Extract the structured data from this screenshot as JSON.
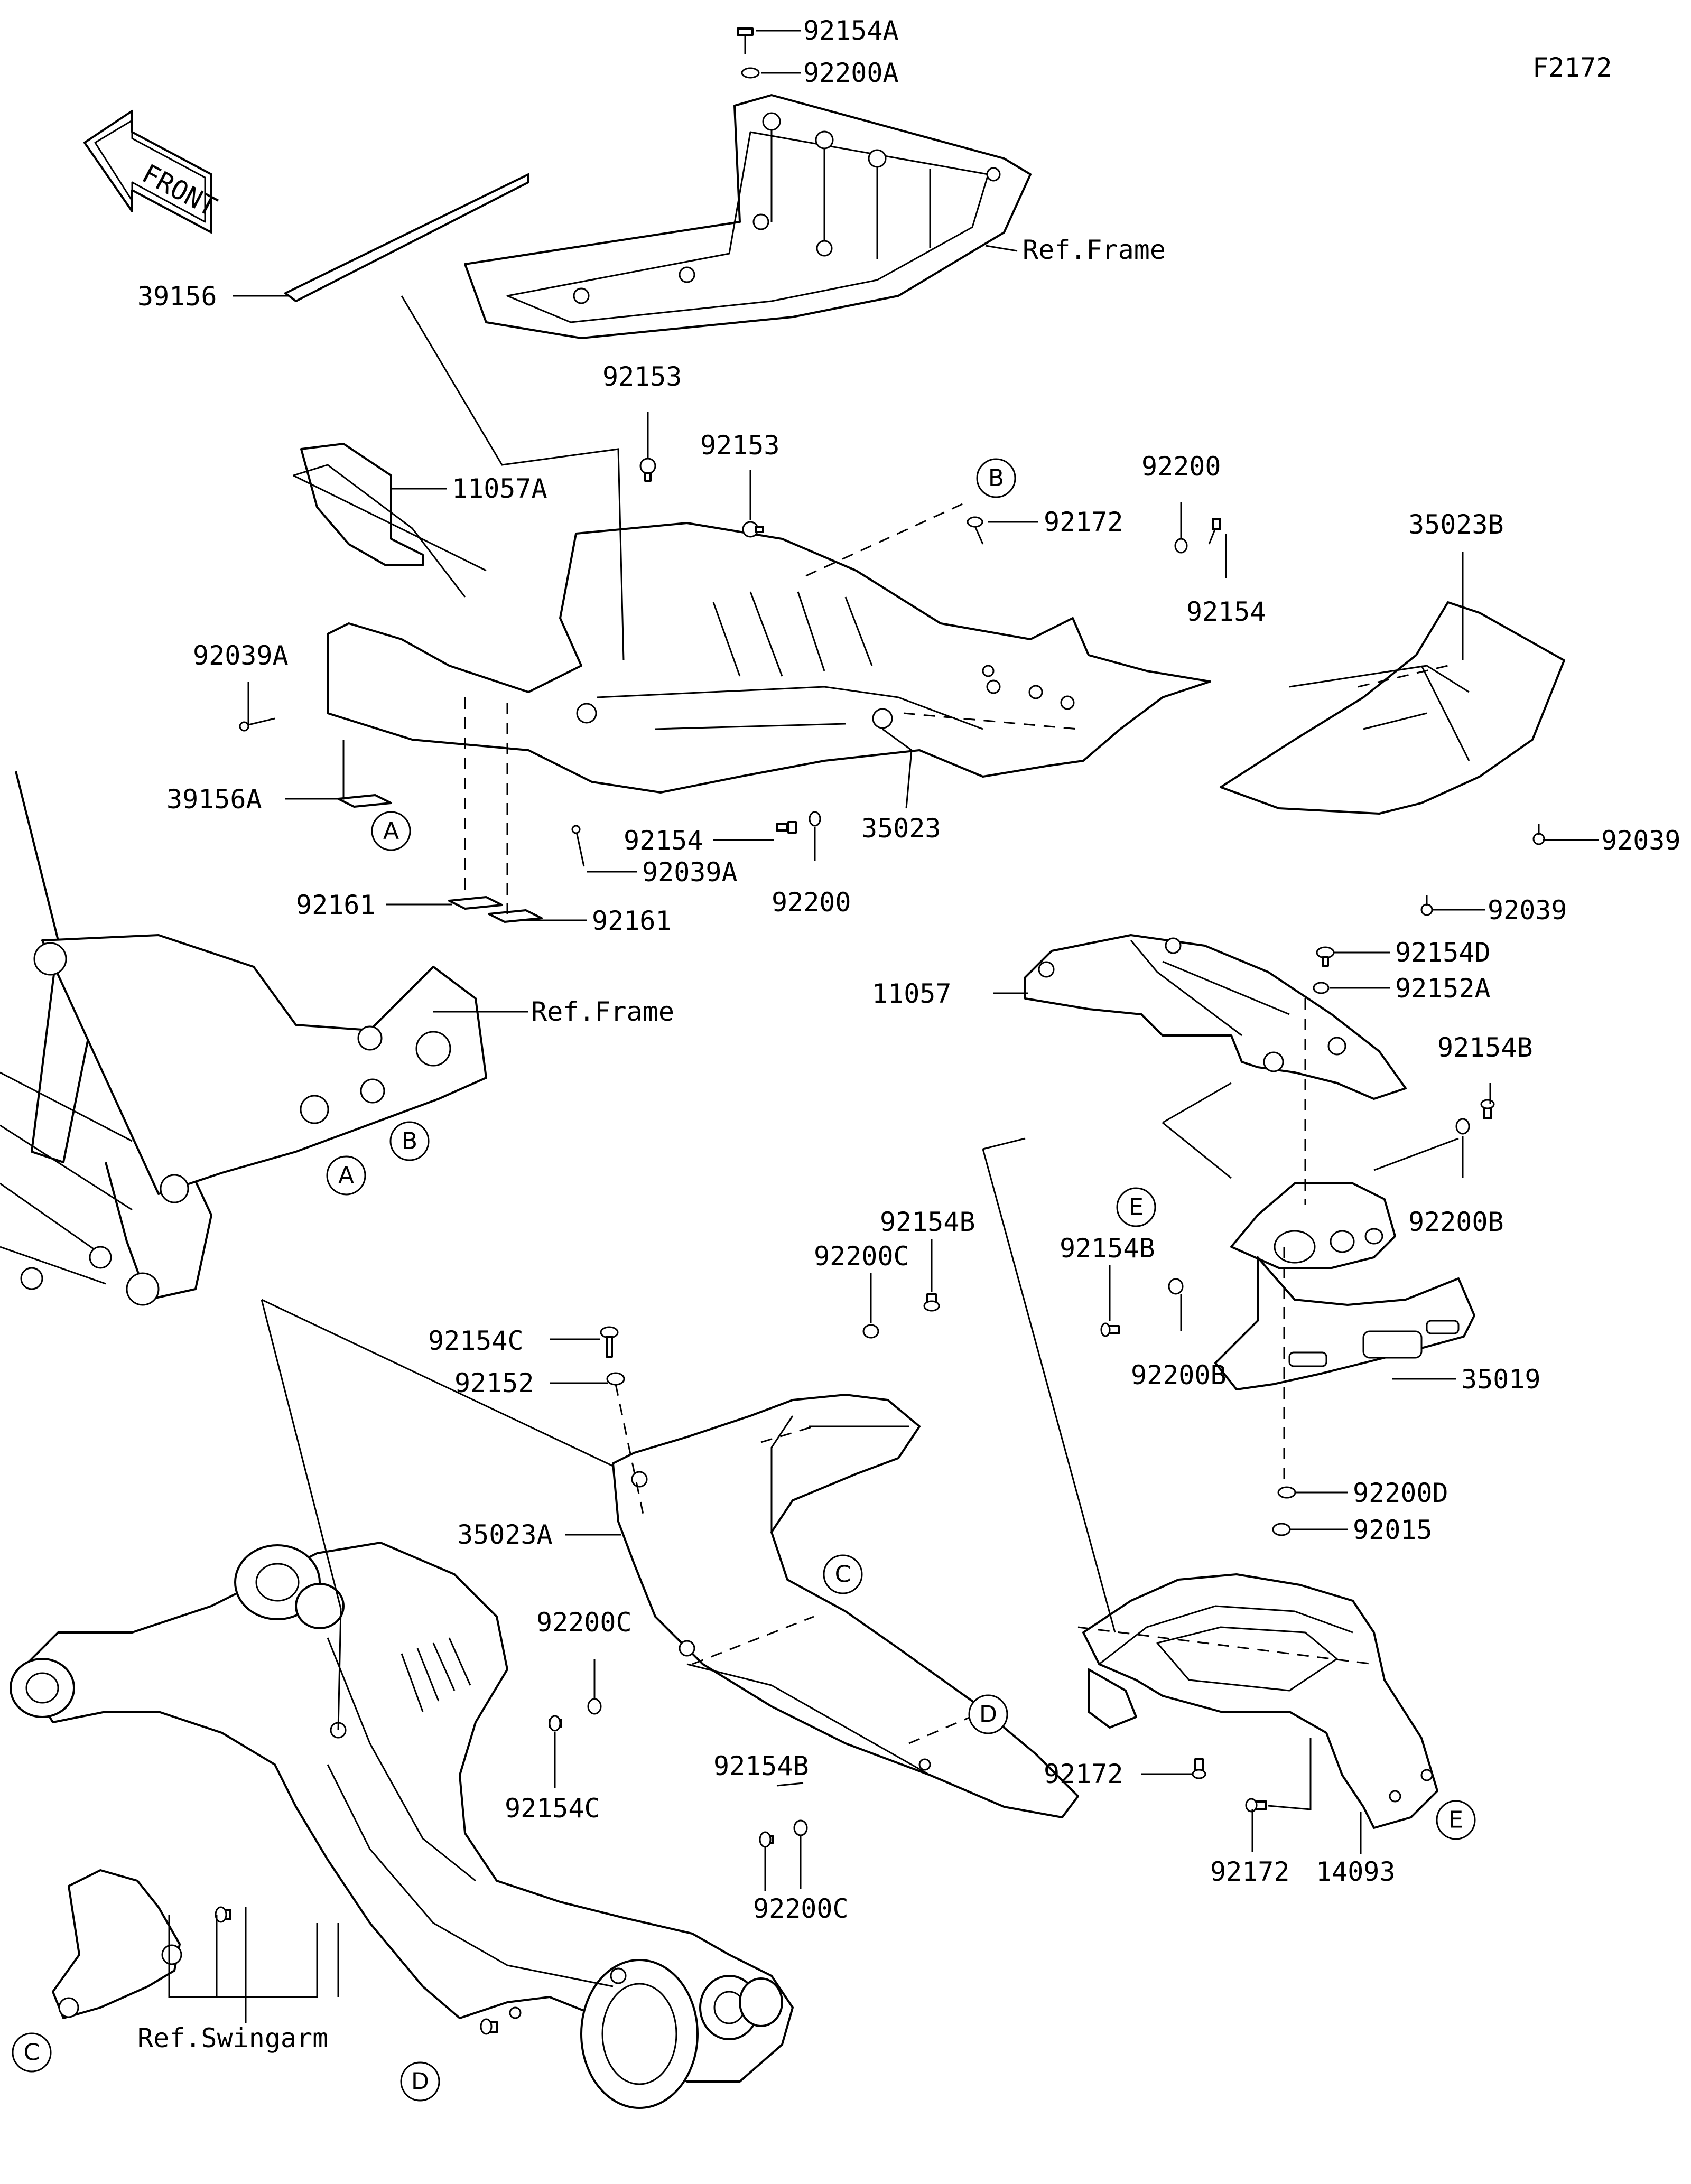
{
  "figure_code": "F2172",
  "front_label": "FRONT",
  "part_labels": [
    "92154A",
    "92200A",
    "Ref.Frame",
    "39156",
    "92153",
    "92153",
    "11057A",
    "92172",
    "92200",
    "92154",
    "35023B",
    "92039A",
    "39156A",
    "92154",
    "35023",
    "92200",
    "92039A",
    "92161",
    "92161",
    "92039",
    "92039",
    "11057",
    "92154D",
    "92152A",
    "92154B",
    "Ref.Frame",
    "92200B",
    "92154B",
    "92200B",
    "35019",
    "92154B",
    "92200C",
    "92154C",
    "92152",
    "35023A",
    "92200D",
    "92015",
    "92200C",
    "92154C",
    "92154B",
    "92200C",
    "92172",
    "92172",
    "14093",
    "Ref.Swingarm"
  ],
  "callouts": [
    "B",
    "A",
    "B",
    "A",
    "E",
    "C",
    "D",
    "C",
    "D",
    "E"
  ]
}
